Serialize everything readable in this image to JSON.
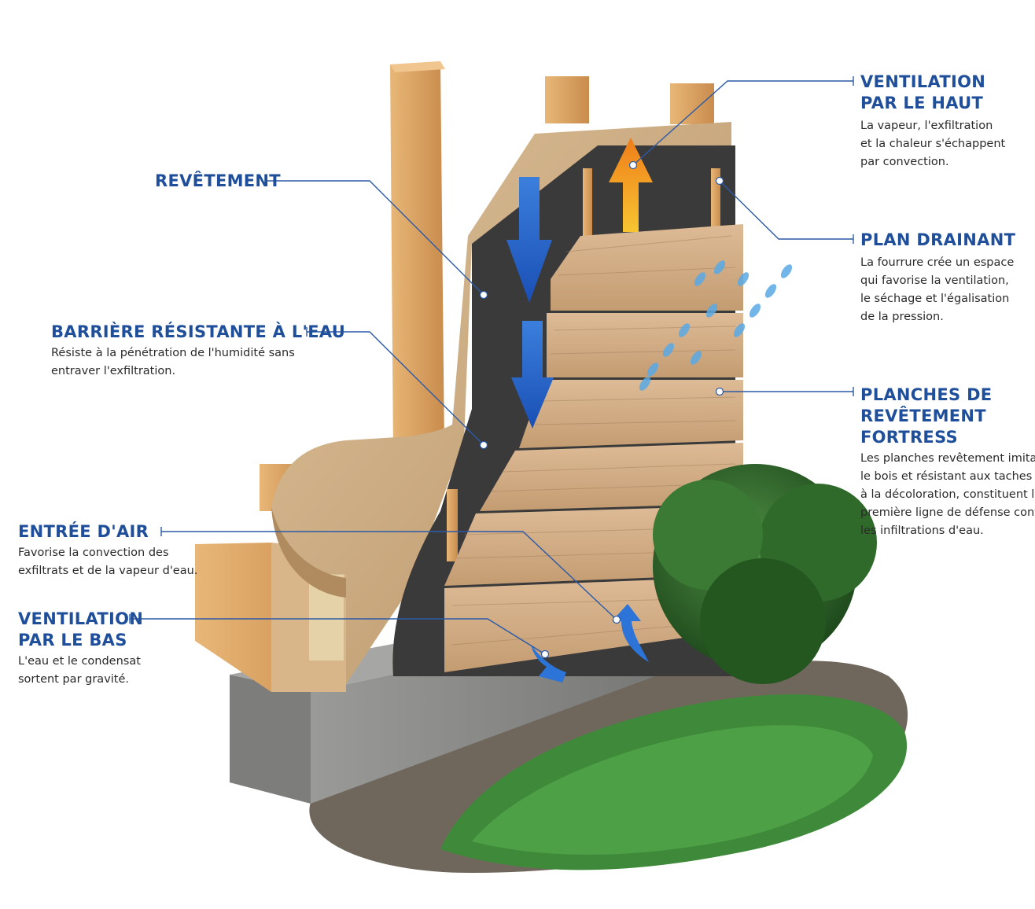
{
  "callouts": {
    "ventilation_haut": {
      "title": [
        "VENTILATION",
        "PAR LE HAUT"
      ],
      "desc": [
        "La vapeur, l'exfiltration",
        "et la chaleur s'échappent",
        "par convection."
      ]
    },
    "revetement": {
      "title": [
        "REVÊTEMENT"
      ]
    },
    "plan_drainant": {
      "title": [
        "PLAN DRAINANT"
      ],
      "desc": [
        "La fourrure crée un espace",
        "qui favorise la ventilation,",
        "le séchage et l'égalisation",
        "de la pression."
      ]
    },
    "barriere": {
      "title": [
        "BARRIÈRE RÉSISTANTE À L'EAU"
      ],
      "desc": [
        "Résiste à la pénétration de l'humidité sans",
        "entraver l'exfiltration."
      ]
    },
    "planches": {
      "title": [
        "PLANCHES DE",
        "REVÊTEMENT",
        "FORTRESS"
      ],
      "desc": [
        "Les planches revêtement imitant",
        "le bois et résistant aux taches et",
        "à la décoloration, constituent la",
        "première ligne de défense contre",
        "les infiltrations d'eau."
      ]
    },
    "entree_air": {
      "title": [
        "ENTRÉE D'AIR"
      ],
      "desc": [
        "Favorise la convection des",
        "exfiltrats et de la vapeur d'eau."
      ]
    },
    "ventilation_bas": {
      "title": [
        "VENTILATION",
        "PAR LE BAS"
      ],
      "desc": [
        "L'eau et le condensat",
        "sortent par gravité."
      ]
    }
  },
  "colors": {
    "title": "#1f4f9b",
    "leader": "#2b5aa8",
    "wood": "#d9a066",
    "osb": "#c9a77c",
    "membrane": "#3a3a3a",
    "siding": "#caa57f",
    "concrete": "#8a8a88",
    "soil": "#6f665c",
    "grass": "#3f8a3a",
    "air_down": "#1f5fc6",
    "air_up": "#f29a1e"
  }
}
